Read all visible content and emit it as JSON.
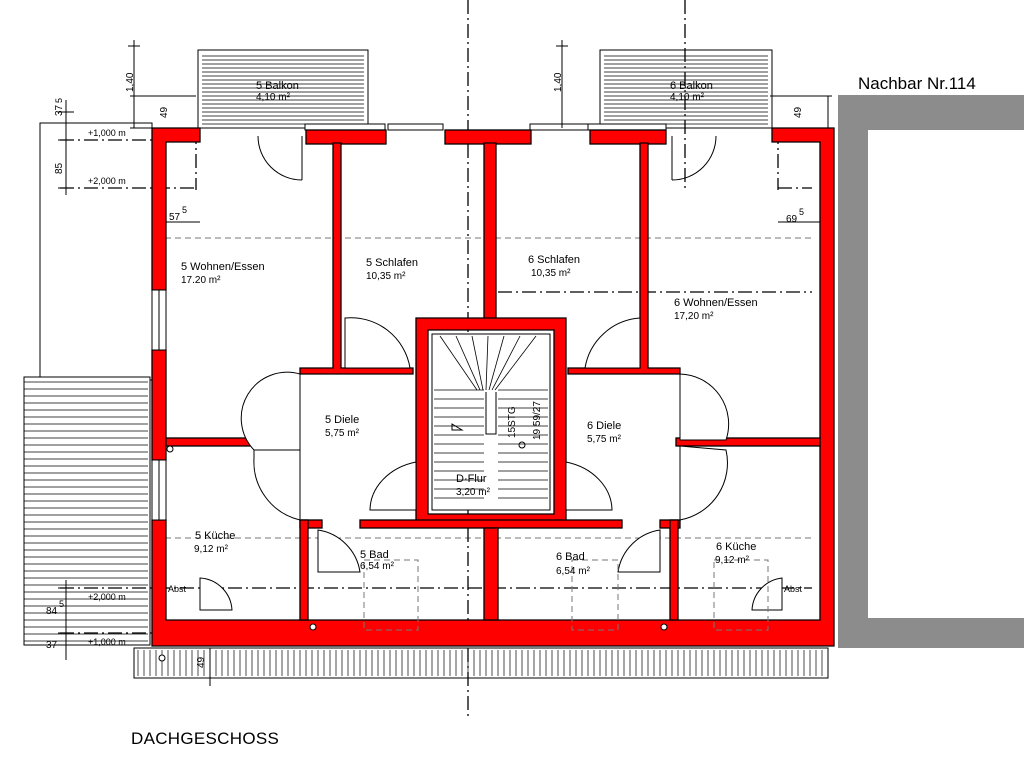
{
  "neighbor_label": "Nachbar Nr.114",
  "floor_title": "DACHGESCHOSS",
  "rooms": {
    "balkon5": {
      "name": "5 Balkon",
      "area": "4,10 m²"
    },
    "balkon6": {
      "name": "6 Balkon",
      "area": "4,10 m²"
    },
    "wohnen5": {
      "name": "5 Wohnen/Essen",
      "area": "17.20 m²"
    },
    "schlafen5": {
      "name": "5 Schlafen",
      "area": "10,35 m²"
    },
    "schlafen6": {
      "name": "6 Schlafen",
      "area": "10,35 m²"
    },
    "wohnen6": {
      "name": "6 Wohnen/Essen",
      "area": "17,20 m²"
    },
    "diele5": {
      "name": "5 Diele",
      "area": "5,75 m²"
    },
    "diele6": {
      "name": "6 Diele",
      "area": "5,75 m²"
    },
    "flur": {
      "name": "D·Flur",
      "area": "3,20 m²"
    },
    "kueche5": {
      "name": "5 Küche",
      "area": "9,12 m²"
    },
    "kueche6": {
      "name": "6 Küche",
      "area": "9,12 m²"
    },
    "bad5": {
      "name": "5 Bad",
      "area": "6,54 m²"
    },
    "bad6": {
      "name": "6 Bad",
      "area": "6,54 m²"
    }
  },
  "stair": {
    "steps": "15STG",
    "ratio": "19 59/27"
  },
  "abst_left": "Abst",
  "abst_right": "Abst",
  "dimensions": {
    "d140_left": "1,40",
    "d140_right": "1,40",
    "d49_left": "49",
    "d49_right": "49",
    "d49_bottom": "49",
    "d37_top": "37",
    "d37_top_sup": "5",
    "d85": "85",
    "d57": "57",
    "d57_sup": "5",
    "d69": "69",
    "d69_sup": "5",
    "d84": "84",
    "d84_sup": "5",
    "d37_bottom": "37",
    "lvl_top1": "+1,000 m",
    "lvl_top2": "+2,000 m",
    "lvl_bot2": "+2,000 m",
    "lvl_bot1": "+1,000 m"
  }
}
